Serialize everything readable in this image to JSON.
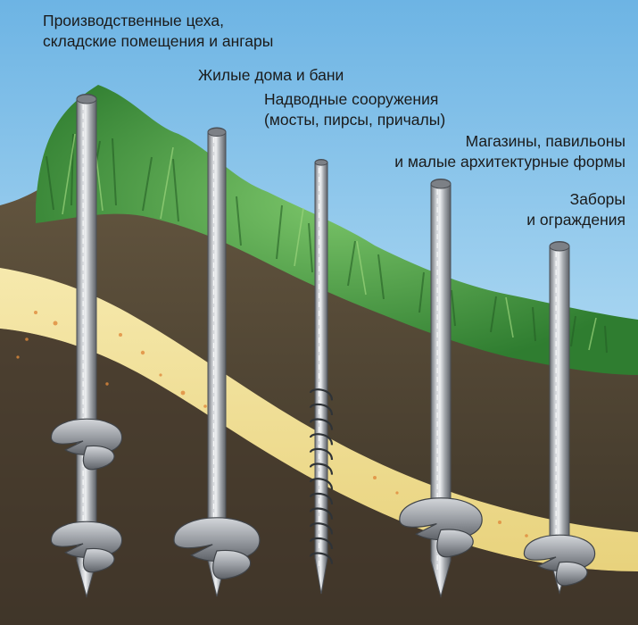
{
  "labels": {
    "industrial": {
      "line1": "Производственные цеха,",
      "line2": "складские помещения и ангары"
    },
    "houses": {
      "line1": "Жилые дома и бани"
    },
    "water": {
      "line1": "Надводные сооружения",
      "line2": "(мосты, пирсы, причалы)"
    },
    "shops": {
      "line1": "Магазины, павильоны",
      "line2": "и малые архитектурные формы"
    },
    "fences": {
      "line1": "Заборы",
      "line2": "и ограждения"
    }
  },
  "colors": {
    "sky_top": "#7fc1ea",
    "sky_bottom": "#d9eef8",
    "grass": "#3f9a3c",
    "sand": "#f2e29c",
    "soil": "#5b4f3a",
    "soil_dark": "#3d3527",
    "pile_metal": "#9fa2a7",
    "pile_highlight": "#e4e6e9"
  },
  "piles": [
    {
      "name": "pile-industrial",
      "blade": "double-blade"
    },
    {
      "name": "pile-houses",
      "blade": "large-blade"
    },
    {
      "name": "pile-water",
      "blade": "spiral-thread"
    },
    {
      "name": "pile-shops",
      "blade": "wide-blade"
    },
    {
      "name": "pile-fences",
      "blade": "small-blade"
    }
  ]
}
